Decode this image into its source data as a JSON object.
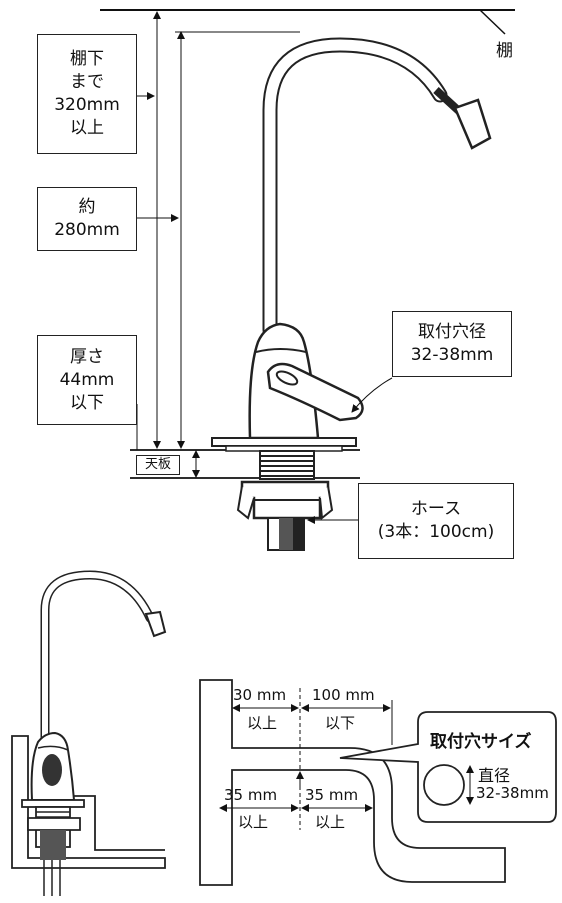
{
  "top": {
    "shelf_label": "棚",
    "clearance_box": {
      "line1": "棚下",
      "line2": "まで",
      "line3": "320mm",
      "line4": "以上"
    },
    "height_box": {
      "line1": "約",
      "line2": "280mm"
    },
    "thickness_box": {
      "line1": "厚さ",
      "line2": "44mm",
      "line3": "以下"
    },
    "counter_label": "天板",
    "hole_box": {
      "line1": "取付穴径",
      "line2": "32-38mm"
    },
    "hose_box": {
      "line1": "ホース",
      "line2": "(3本：100cm)"
    }
  },
  "bottom": {
    "dim_a": {
      "value": "30 mm",
      "note": "以上"
    },
    "dim_b": {
      "value": "100 mm",
      "note": "以下"
    },
    "dim_c": {
      "value": "35 mm",
      "note": "以上"
    },
    "dim_d": {
      "value": "35 mm",
      "note": "以上"
    },
    "callout_title": "取付穴サイズ",
    "callout_line1": "直径",
    "callout_line2": "32-38mm"
  }
}
